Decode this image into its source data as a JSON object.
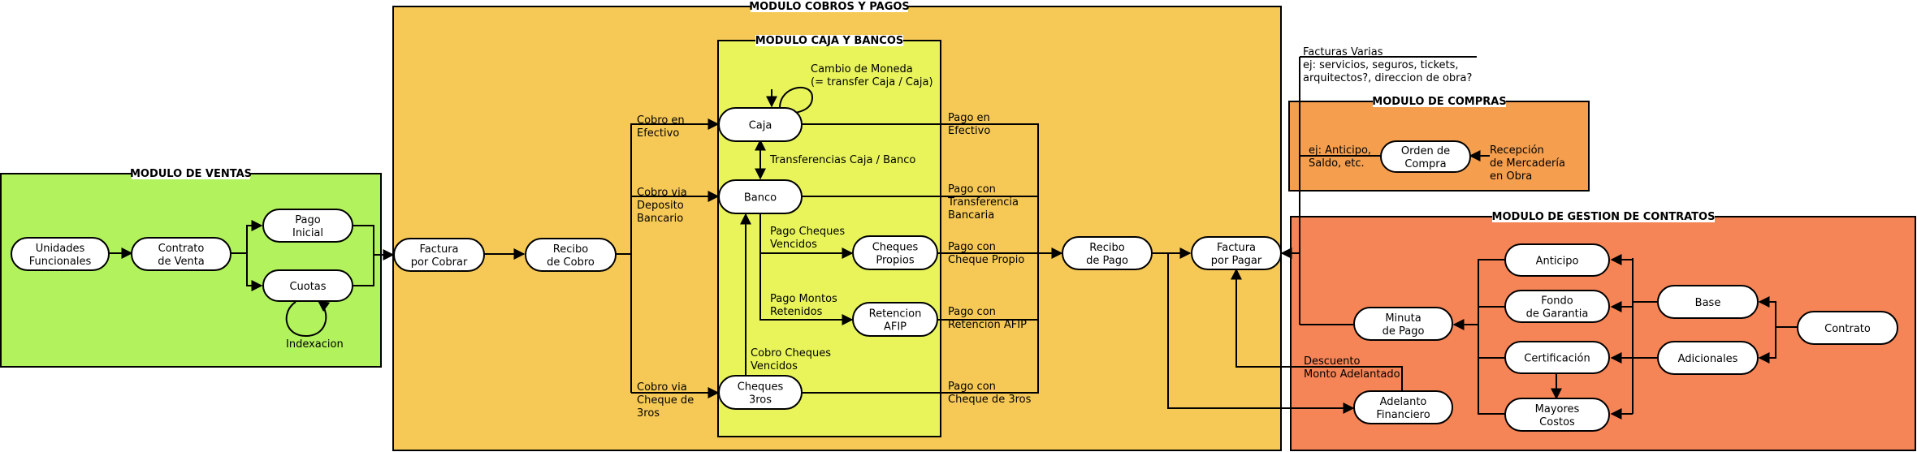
{
  "colors": {
    "ventas": "#b2f25c",
    "cobros_pagos": "#f6c956",
    "caja_bancos": "#e8f45a",
    "compras": "#f49e4e",
    "contratos": "#f58456",
    "node_fill": "#ffffff",
    "line": "#000000"
  },
  "regions": {
    "ventas": "MODULO DE VENTAS",
    "cobros_pagos": "MODULO COBROS Y PAGOS",
    "caja_bancos": "MODULO CAJA Y BANCOS",
    "compras": "MODULO DE COMPRAS",
    "contratos": "MODULO DE GESTION DE CONTRATOS"
  },
  "nodes": {
    "unidades_funcionales": [
      "Unidades",
      "Funcionales"
    ],
    "contrato_de_venta": [
      "Contrato",
      "de Venta"
    ],
    "pago_inicial": [
      "Pago",
      "Inicial"
    ],
    "cuotas": [
      "Cuotas"
    ],
    "factura_por_cobrar": [
      "Factura",
      "por Cobrar"
    ],
    "recibo_de_cobro": [
      "Recibo",
      "de Cobro"
    ],
    "caja": [
      "Caja"
    ],
    "banco": [
      "Banco"
    ],
    "cheques_propios": [
      "Cheques",
      "Propios"
    ],
    "retencion_afip": [
      "Retencion",
      "AFIP"
    ],
    "cheques_3ros": [
      "Cheques",
      "3ros"
    ],
    "recibo_de_pago": [
      "Recibo",
      "de Pago"
    ],
    "factura_por_pagar": [
      "Factura",
      "por Pagar"
    ],
    "orden_de_compra": [
      "Orden de",
      "Compra"
    ],
    "minuta_de_pago": [
      "Minuta",
      "de Pago"
    ],
    "adelanto_financiero": [
      "Adelanto",
      "Financiero"
    ],
    "anticipo": [
      "Anticipo"
    ],
    "fondo_de_garantia": [
      "Fondo",
      "de Garantia"
    ],
    "certificacion": [
      "Certificación"
    ],
    "mayores_costos": [
      "Mayores",
      "Costos"
    ],
    "base": [
      "Base"
    ],
    "adicionales": [
      "Adicionales"
    ],
    "contrato": [
      "Contrato"
    ]
  },
  "labels": {
    "indexacion": [
      "Indexacion"
    ],
    "cobro_efectivo": [
      "Cobro en",
      "Efectivo"
    ],
    "cobro_deposito": [
      "Cobro via",
      "Deposito",
      "Bancario"
    ],
    "cobro_cheque": [
      "Cobro via",
      "Cheque de",
      "3ros"
    ],
    "cambio_moneda": [
      "Cambio de Moneda",
      "(= transfer Caja / Caja)"
    ],
    "transferencias": [
      "Transferencias Caja / Banco"
    ],
    "pago_cheques_vencidos": [
      "Pago Cheques",
      "Vencidos"
    ],
    "pago_montos_retenidos": [
      "Pago Montos",
      "Retenidos"
    ],
    "cobro_cheques_vencidos": [
      "Cobro Cheques",
      "Vencidos"
    ],
    "pago_efectivo": [
      "Pago en",
      "Efectivo"
    ],
    "pago_transferencia": [
      "Pago con",
      "Transferencia",
      "Bancaria"
    ],
    "pago_cheque_propio": [
      "Pago con",
      "Cheque Propio"
    ],
    "pago_retencion": [
      "Pago con",
      "Retencion AFIP"
    ],
    "pago_cheque_3ros": [
      "Pago con",
      "Cheque de 3ros"
    ],
    "facturas_varias": [
      "Facturas Varias",
      "ej: servicios, seguros, tickets,",
      "arquitectos?, direccion de obra?"
    ],
    "anticipo_saldo": [
      "ej: Anticipo,",
      "Saldo, etc."
    ],
    "recepcion": [
      "Recepción",
      "de Mercadería",
      "en Obra"
    ],
    "descuento": [
      "Descuento",
      "Monto Adelantado"
    ]
  }
}
